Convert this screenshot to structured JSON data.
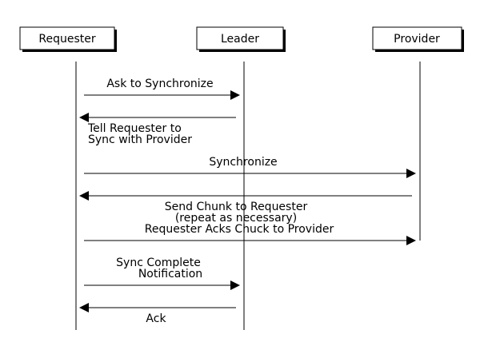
{
  "actors": {
    "requester": "Requester",
    "leader": "Leader",
    "provider": "Provider"
  },
  "messages": {
    "m1": "Ask to Synchronize",
    "m2_line1": "Tell Requester to",
    "m2_line2": "Sync with Provider",
    "m3": "Synchronize",
    "m4_line1": "Send Chunk to Requester",
    "m4_line2": "(repeat as necessary)",
    "m5": "Requester Acks Chuck to Provider",
    "m6_line1": "Sync Complete",
    "m6_line2": "Notification",
    "m7": "Ack"
  }
}
